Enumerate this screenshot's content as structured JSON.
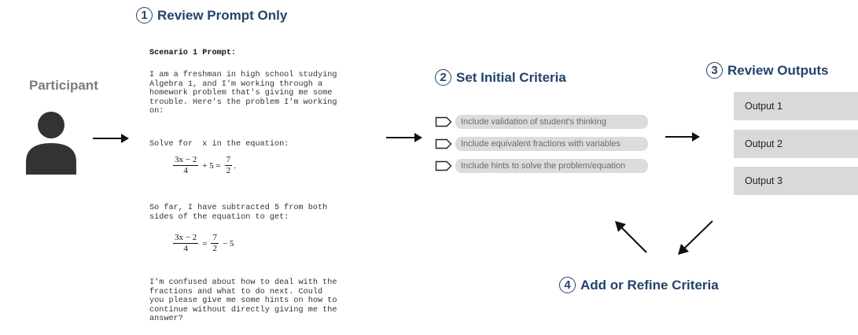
{
  "participant": {
    "label": "Participant"
  },
  "steps": [
    {
      "number": "1",
      "title": "Review Prompt Only"
    },
    {
      "number": "2",
      "title": "Set Initial Criteria"
    },
    {
      "number": "3",
      "title": "Review Outputs"
    },
    {
      "number": "4",
      "title": "Add or Refine Criteria"
    }
  ],
  "prompt": {
    "heading": "Scenario 1 Prompt:",
    "paragraph1": "I am a freshman in high school studying\nAlgebra 1, and I'm working through a\nhomework problem that's giving me some\ntrouble. Here's the problem I'm working\non:",
    "solve_line": "Solve for  x in the equation:",
    "eq1": {
      "num": "3x − 2",
      "den": "4",
      "mid": "+ 5 =",
      "rnum": "7",
      "rden": "2",
      "end": "."
    },
    "paragraph2": "So far, I have subtracted 5 from both\nsides of the equation to get:",
    "eq2": {
      "num": "3x − 2",
      "den": "4",
      "mid": "=",
      "rnum": "7",
      "rden": "2",
      "end": "− 5"
    },
    "paragraph3": "I'm confused about how to deal with the\nfractions and what to do next. Could\nyou please give me some hints on how to\ncontinue without directly giving me the\nanswer?"
  },
  "criteria": [
    "Include validation of student's thinking",
    "Include equivalent fractions with variables",
    "Include hints to solve the problem/equation"
  ],
  "outputs": [
    "Output 1",
    "Output 2",
    "Output 3"
  ],
  "colors": {
    "title": "#23436a",
    "pill": "#dcdcdc",
    "output_box": "#d9d9d9",
    "participant": "#333333"
  }
}
